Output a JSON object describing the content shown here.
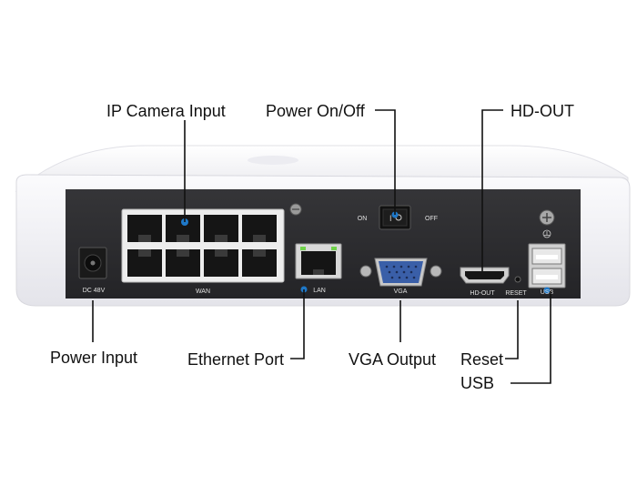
{
  "panel_labels": {
    "dc": "DC 48V",
    "wan": "WAN",
    "lan": "LAN",
    "vga": "VGA",
    "on": "ON",
    "off": "OFF",
    "hdout": "HD-OUT",
    "reset": "RESET",
    "usb": "USB"
  },
  "callouts": {
    "ip_camera_input": "IP Camera Input",
    "power_onoff": "Power On/Off",
    "hd_out": "HD-OUT",
    "power_input": "Power Input",
    "ethernet_port": "Ethernet Port",
    "vga_output": "VGA Output",
    "reset": "Reset",
    "usb": "USB"
  },
  "colors": {
    "chassis": "#f4f4f6",
    "panel": "#2b2b2e",
    "accent_dot": "#1e78c8",
    "vga_blue": "#3a5fa8",
    "led_green": "#6fd14a"
  },
  "icons": [
    "ground-screw-icon",
    "ethernet-led-icon"
  ]
}
